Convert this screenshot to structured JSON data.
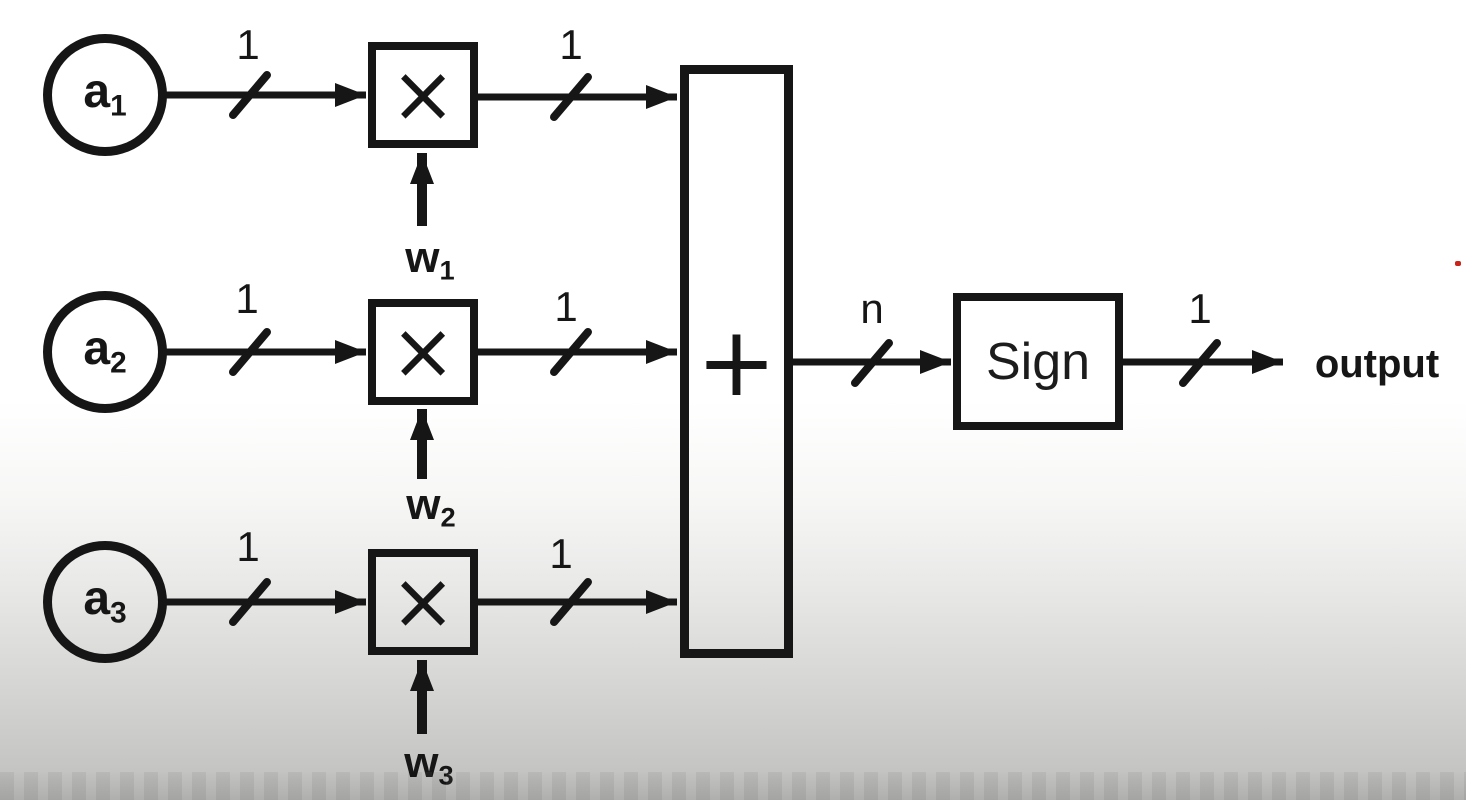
{
  "diagram": {
    "description": "Perceptron block diagram: three inputs each multiplied by a weight, summed, then passed through a Sign unit to produce the output",
    "inputs": [
      {
        "base": "a",
        "sub": "1"
      },
      {
        "base": "a",
        "sub": "2"
      },
      {
        "base": "a",
        "sub": "3"
      }
    ],
    "weights": [
      {
        "base": "w",
        "sub": "1"
      },
      {
        "base": "w",
        "sub": "2"
      },
      {
        "base": "w",
        "sub": "3"
      }
    ],
    "operators": {
      "multiply": "×",
      "sum": "+"
    },
    "sign_label": "Sign",
    "output_label": "output",
    "bus_widths": {
      "input1": "1",
      "product1": "1",
      "input2": "1",
      "product2": "1",
      "input3": "1",
      "product3": "1",
      "sum_output": "n",
      "sign_output": "1"
    }
  },
  "colors": {
    "ink": "#161616",
    "bg_top": "#ffffff",
    "bg_bottom": "#bebebc",
    "red_dot": "#c9231a"
  }
}
